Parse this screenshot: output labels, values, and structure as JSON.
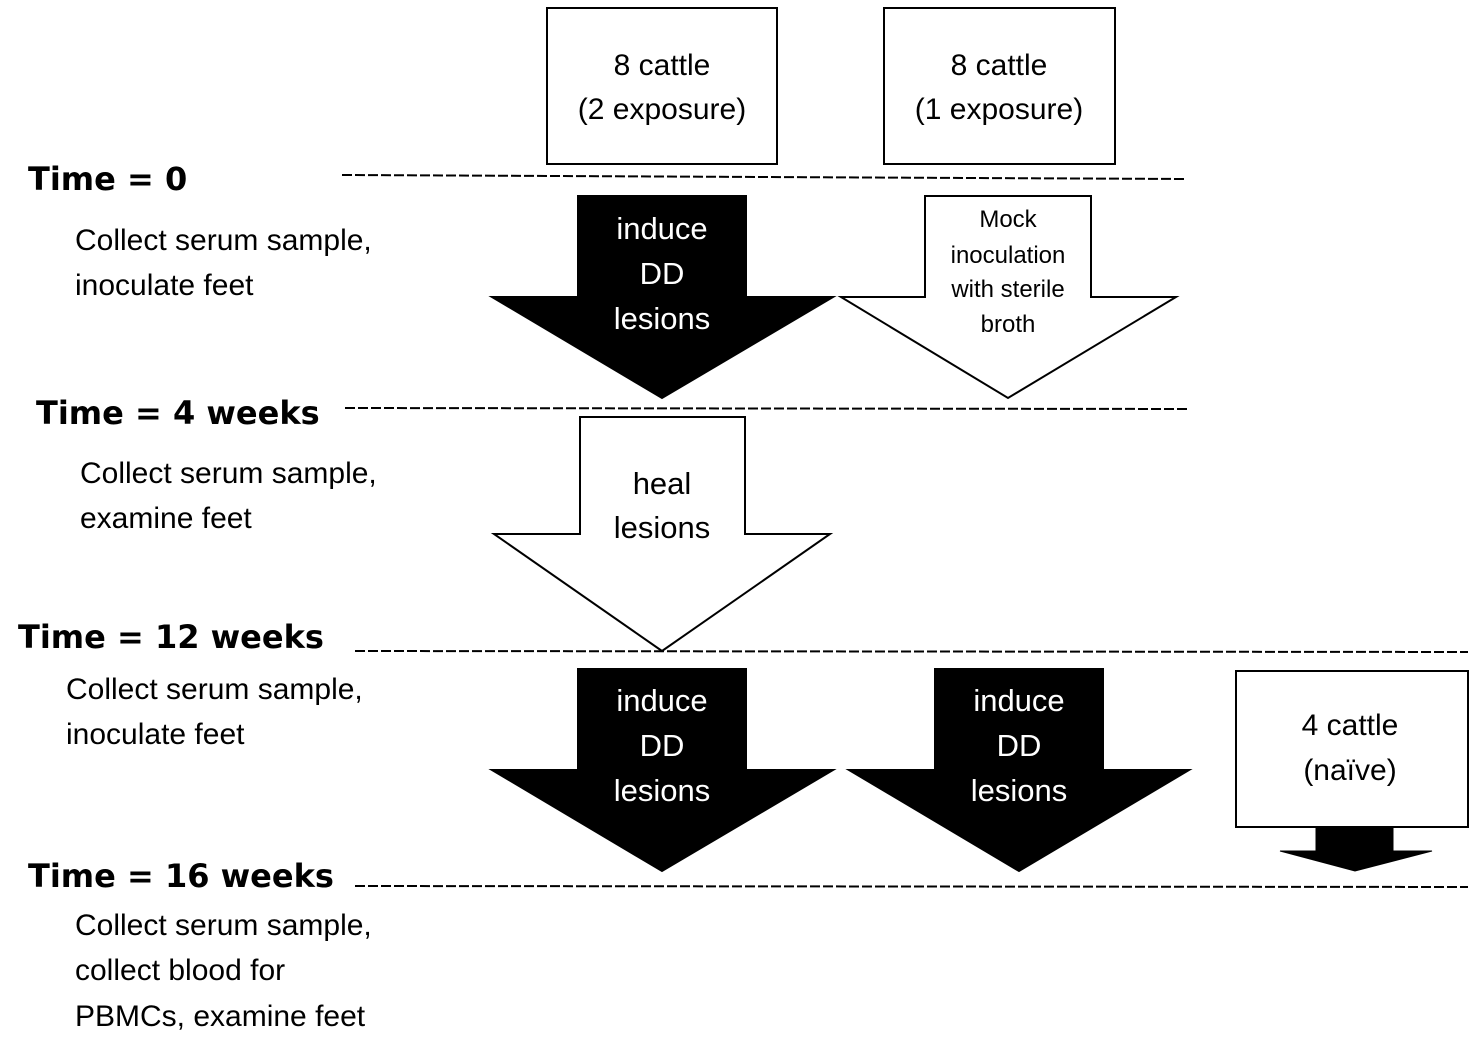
{
  "groups": {
    "two_exposure": [
      "8 cattle",
      "(2 exposure)"
    ],
    "one_exposure": [
      "8 cattle",
      "(1 exposure)"
    ],
    "naive": [
      "4 cattle",
      "(naïve)"
    ]
  },
  "timepoints": [
    {
      "label": "Time = 0",
      "description": [
        "Collect serum sample,",
        "inoculate feet"
      ]
    },
    {
      "label": "Time = 4 weeks",
      "description": [
        "Collect serum sample,",
        "examine feet"
      ]
    },
    {
      "label": "Time = 12 weeks",
      "description": [
        "Collect serum sample,",
        "inoculate feet"
      ]
    },
    {
      "label": "Time = 16 weeks",
      "description": [
        "Collect serum sample,",
        "collect blood for",
        "PBMCs, examine feet"
      ]
    }
  ],
  "arrows": {
    "induce": [
      "induce",
      "DD",
      "lesions"
    ],
    "mock": [
      "Mock",
      "inoculation",
      "with sterile",
      "broth"
    ],
    "heal": [
      "heal",
      "lesions"
    ]
  },
  "colors": {
    "filled_arrow": "#000000",
    "open_arrow": "#ffffff",
    "stroke": "#000000"
  }
}
